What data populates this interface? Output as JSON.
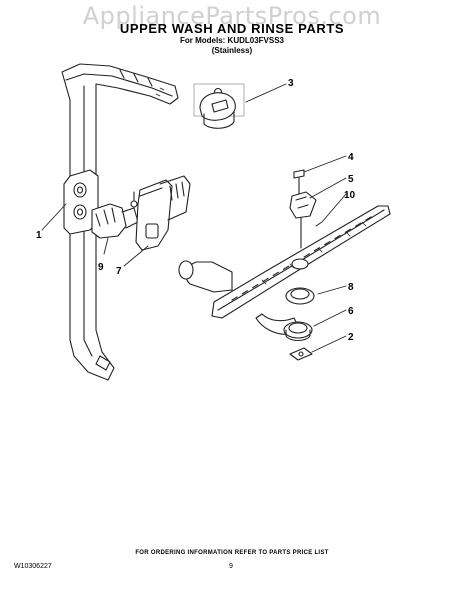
{
  "watermark": "AppliancePartsPros.com",
  "header": {
    "title": "UPPER WASH AND RINSE PARTS",
    "models": "For Models: KUDL03FVSS3",
    "variant": "(Stainless)"
  },
  "callouts": [
    {
      "id": "1",
      "label": "1"
    },
    {
      "id": "2",
      "label": "2"
    },
    {
      "id": "3",
      "label": "3"
    },
    {
      "id": "4",
      "label": "4"
    },
    {
      "id": "5",
      "label": "5"
    },
    {
      "id": "6",
      "label": "6"
    },
    {
      "id": "7",
      "label": "7"
    },
    {
      "id": "8",
      "label": "8"
    },
    {
      "id": "9",
      "label": "9"
    },
    {
      "id": "10",
      "label": "10"
    }
  ],
  "footer": {
    "order_note": "FOR ORDERING INFORMATION REFER TO PARTS PRICE LIST",
    "doc_number": "W10306227",
    "page_number": "9"
  }
}
